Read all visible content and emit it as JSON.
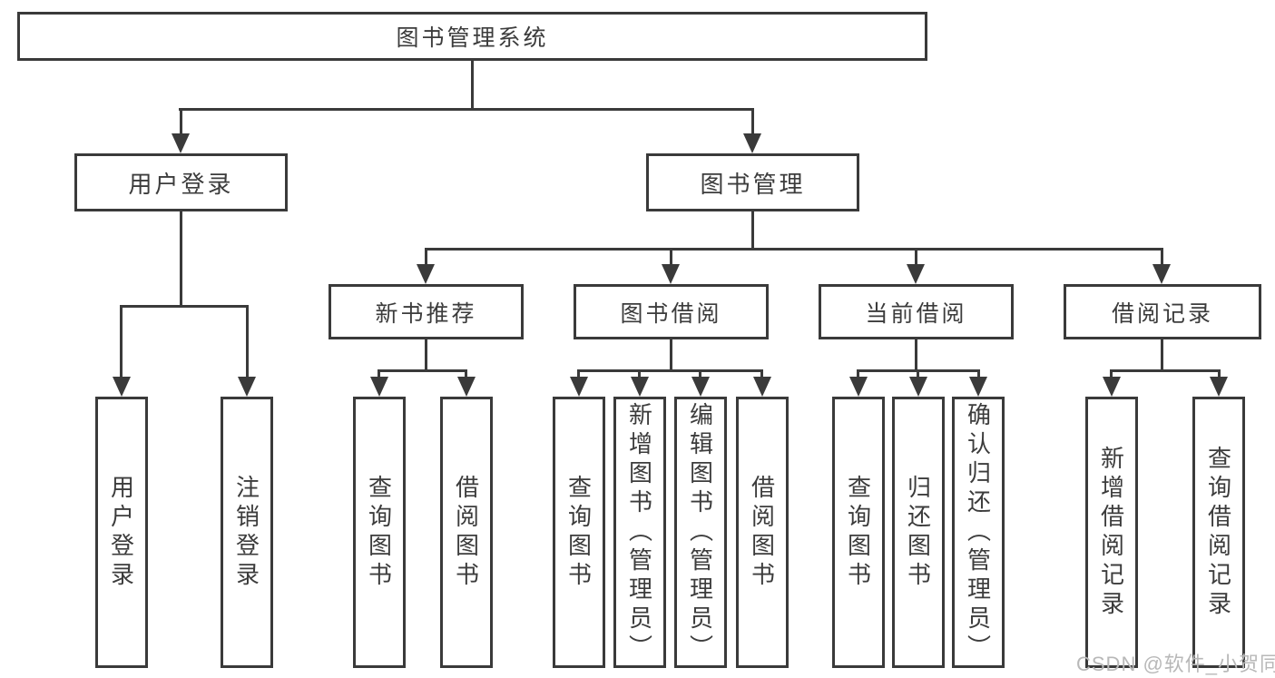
{
  "nodes": {
    "root": "图书管理系统",
    "level2": {
      "login": "用户登录",
      "management": "图书管理"
    },
    "level3": {
      "newBooks": "新书推荐",
      "borrowing": "图书借阅",
      "current": "当前借阅",
      "records": "借阅记录"
    },
    "leaves": {
      "login": [
        "用户登录",
        "注销登录"
      ],
      "newBooks": [
        "查询图书",
        "借阅图书"
      ],
      "borrowing": [
        "查询图书",
        "新增图书（管理员）",
        "编辑图书（管理员）",
        "借阅图书"
      ],
      "current": [
        "查询图书",
        "归还图书",
        "确认归还（管理员）"
      ],
      "records": [
        "新增借阅记录",
        "查询借阅记录"
      ]
    }
  },
  "watermark": "CSDN @软件_小贺同学",
  "colors": {
    "line": "#3a3a3a",
    "text": "#3c3c3c",
    "watermark": "#b8b8b8",
    "background": "#ffffff"
  }
}
